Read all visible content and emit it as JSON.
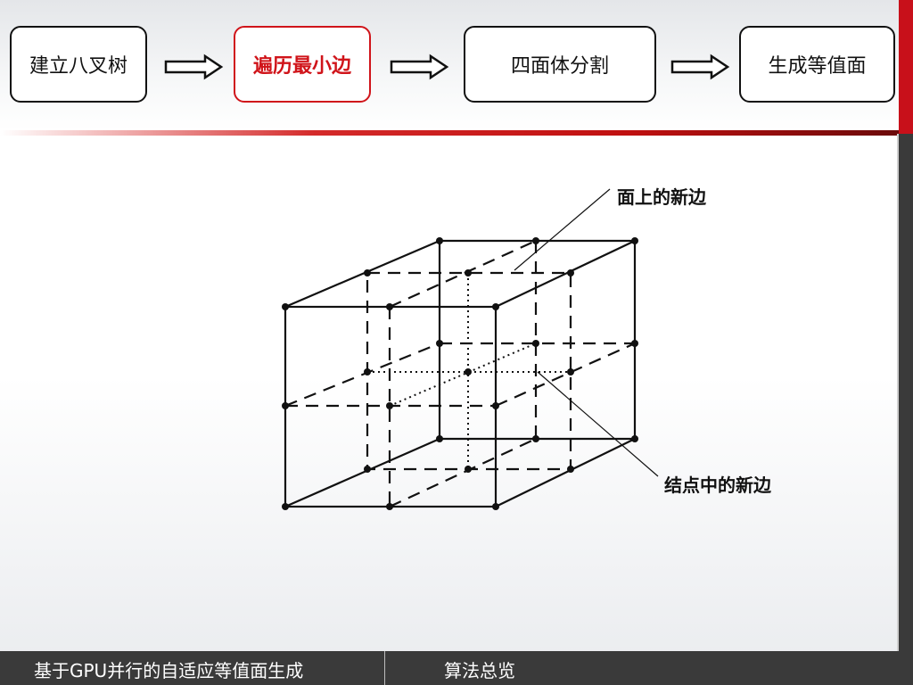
{
  "steps": [
    {
      "label": "建立八叉树"
    },
    {
      "label": "遍历最小边"
    },
    {
      "label": "四面体分割"
    },
    {
      "label": "生成等值面"
    }
  ],
  "diagram": {
    "callout_face": "面上的新边",
    "callout_node": "结点中的新边"
  },
  "footer": {
    "title": "基于GPU并行的自适应等值面生成",
    "section": "算法总览"
  },
  "colors": {
    "accent": "#d0141a",
    "footer_bg": "#3a3a3a"
  }
}
